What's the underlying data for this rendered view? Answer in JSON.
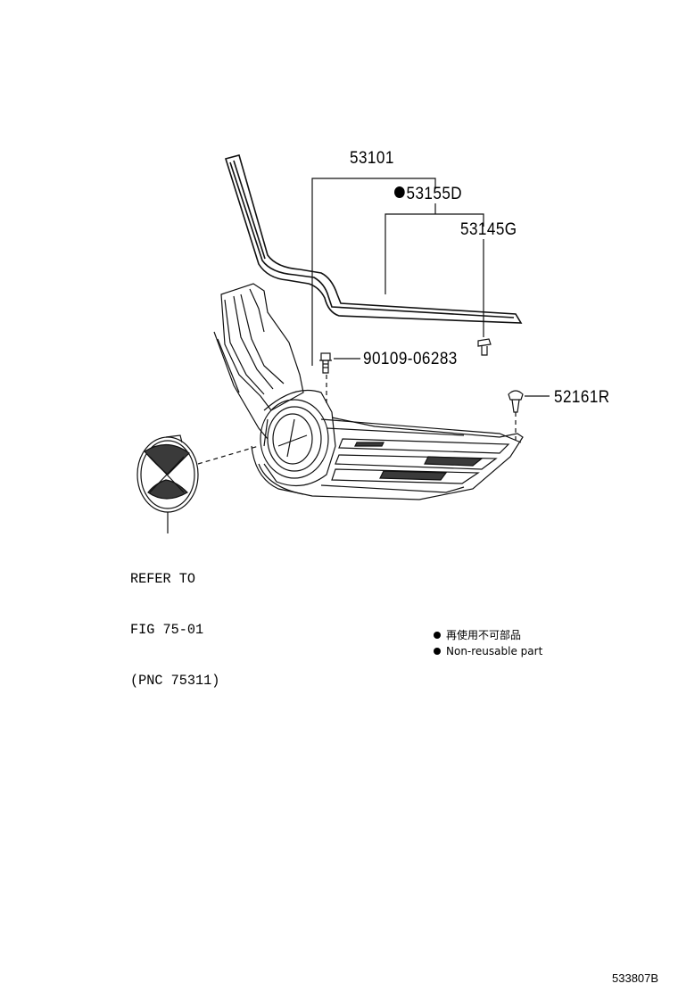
{
  "parts": {
    "p53101": "53101",
    "p53155D": "53155D",
    "p53145G": "53145G",
    "p9010906283": "90109-06283",
    "p52161R": "52161R"
  },
  "reference_note": {
    "line1": "REFER TO",
    "line2": "FIG 75-01",
    "line3": "(PNC 75311)"
  },
  "legend": {
    "japanese": "再使用不可部品",
    "english": "Non-reusable part"
  },
  "figure_code": "533807B"
}
